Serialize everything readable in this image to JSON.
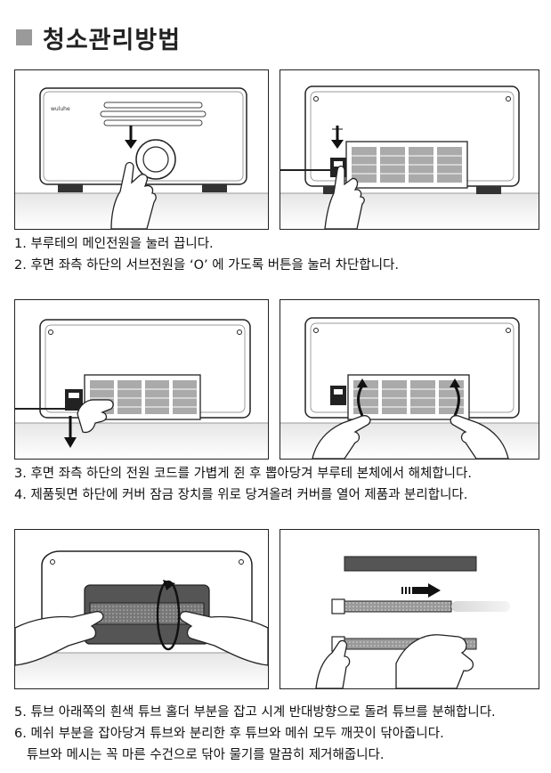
{
  "title": "청소관리방법",
  "brand_label": "wuluhe",
  "steps_a": [
    "1. 부루테의 메인전원을 눌러 끕니다.",
    "2. 후면 좌측 하단의 서브전원을 ‘O’ 에 가도록 버튼을 눌러 차단합니다."
  ],
  "steps_b": [
    "3. 후면 좌측 하단의 전원 코드를 가볍게 쥔 후 뽑아당겨 부루테 본체에서 해체합니다.",
    "4. 제품뒷면 하단에 커버 잠금 장치를 위로 당겨올려 커버를 열어 제품과 분리합니다."
  ],
  "steps_c": [
    "5. 튜브 아래쪽의 흰색 튜브 홀더 부분을 잡고 시계 반대방향으로 돌려 튜브를 분해합니다.",
    "6. 메쉬 부분을 잡아당겨 튜브와 분리한 후 튜브와 메쉬 모두 깨끗이 닦아줍니다.",
    "   튜브와 메시는 꼭 마른 수건으로 닦아 물기를 말끔히 제거해줍니다."
  ]
}
